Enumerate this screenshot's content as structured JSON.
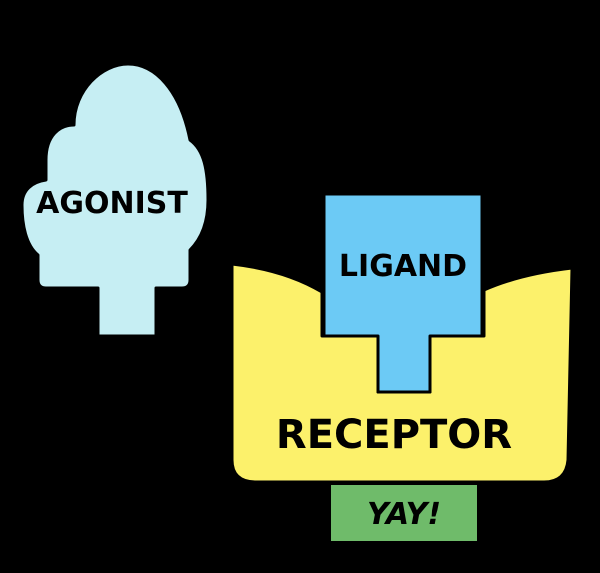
{
  "diagram": {
    "agonist_label": "AGONIST",
    "ligand_label": "LIGAND",
    "receptor_label": "RECEPTOR",
    "response_label": "YAY!"
  },
  "colors": {
    "background": "#000000",
    "agonist_fill": "#c6eef3",
    "ligand_fill": "#6ccaf5",
    "receptor_fill": "#fcf16b",
    "response_fill": "#6fbb6a",
    "outline": "#000000"
  }
}
